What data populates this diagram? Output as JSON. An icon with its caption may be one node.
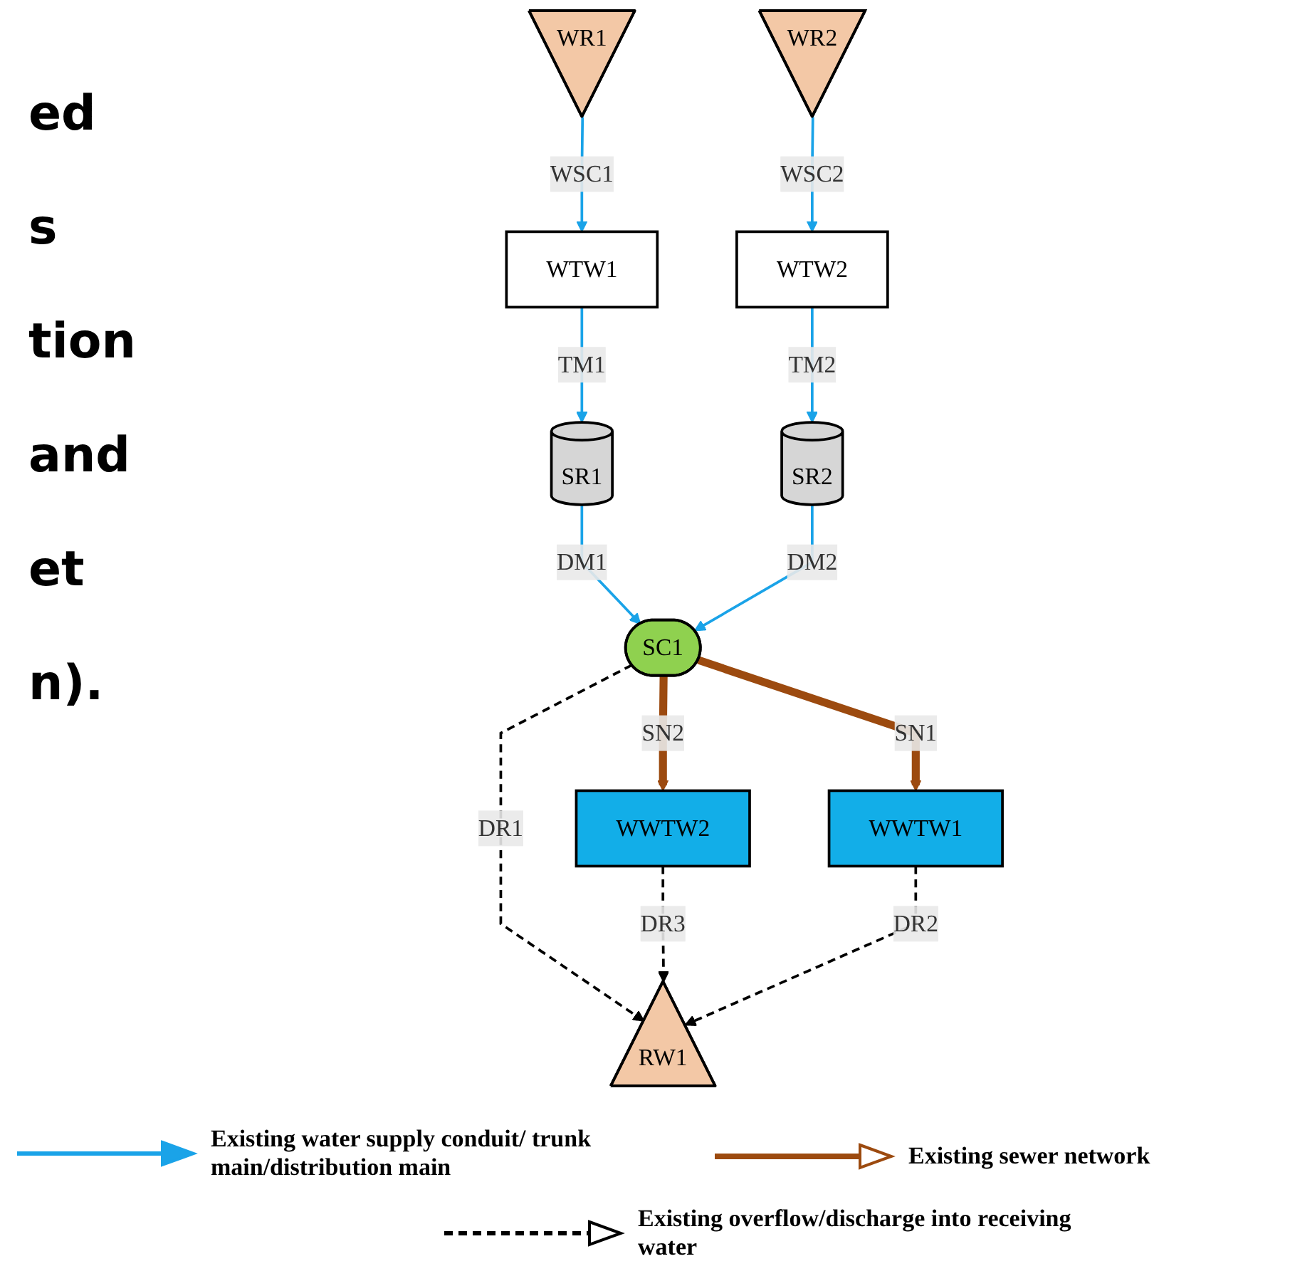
{
  "diagram": {
    "nodes": [
      {
        "text": [
          "WR1"
        ]
      },
      {
        "text": [
          "WR2"
        ]
      },
      {
        "text": [
          "WTW1"
        ]
      },
      {
        "text": [
          "WTW2"
        ]
      },
      {
        "text": [
          "SR1"
        ]
      },
      {
        "text": [
          "SR2"
        ]
      },
      {
        "text": [
          "SC1"
        ]
      },
      {
        "text": [
          "WWTW2"
        ]
      },
      {
        "text": [
          "WWTW1"
        ]
      },
      {
        "text": [
          "RW1"
        ]
      }
    ],
    "edges": [
      {
        "from": 0,
        "to": 2,
        "arrow": "to",
        "label": "WSC1"
      },
      {
        "from": 1,
        "to": 3,
        "arrow": "to",
        "label": "WSC2"
      },
      {
        "from": 2,
        "to": 4,
        "arrow": "to",
        "label": "TM1"
      },
      {
        "from": 3,
        "to": 5,
        "arrow": "to",
        "label": "TM2"
      },
      {
        "from": 4,
        "to": 6,
        "arrow": "to",
        "label": "DM1"
      },
      {
        "from": 5,
        "to": 6,
        "arrow": "to",
        "label": "DM2"
      },
      {
        "from": 6,
        "to": 7,
        "arrow": "to",
        "label": "SN2",
        "style": "thick",
        "color": "#9c4a0f"
      },
      {
        "from": 6,
        "to": 9,
        "arrow": "to",
        "label": "DR1",
        "style": "dashed",
        "color": "#000000"
      },
      {
        "from": 6,
        "to": 8,
        "arrow": "to",
        "label": "SN1",
        "style": "thick",
        "color": "#9c4a0f"
      },
      {
        "from": 7,
        "to": 9,
        "arrow": "to",
        "label": "DR3",
        "style": "dashed",
        "color": "#000000"
      },
      {
        "from": 8,
        "to": 9,
        "arrow": "to",
        "label": "DR2",
        "style": "dashed",
        "color": "#000000"
      }
    ],
    "labels": [
      "ed",
      "s",
      "tion",
      "and",
      "et",
      "n)."
    ],
    "legend": [
      {
        "text": "Existing water supply conduit/ trunk main/distribution main"
      },
      {
        "text": "Existing sewer network"
      },
      {
        "text": "Existing overflow/discharge into receiving water"
      }
    ]
  }
}
